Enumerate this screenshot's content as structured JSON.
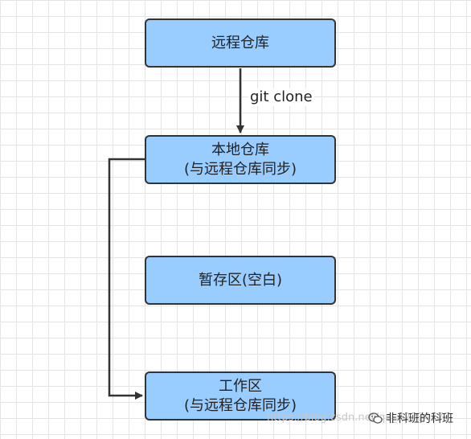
{
  "nodes": {
    "remote_repo": {
      "line1": "远程仓库"
    },
    "local_repo": {
      "line1": "本地仓库",
      "line2": "(与远程仓库同步)"
    },
    "staging_area": {
      "line1": "暂存区(空白)"
    },
    "working_dir": {
      "line1": "工作区",
      "line2": "(与远程仓库同步)"
    }
  },
  "edges": {
    "clone_label": "git clone"
  },
  "watermark": {
    "url_text": "https://blog.csdn.net/qq_42294177",
    "brand_text": "非科班的科班"
  },
  "colors": {
    "node_fill": "#99ccff",
    "node_border": "#333333",
    "connector": "#333333",
    "grid": "#e4e4e4"
  },
  "icons": {
    "brand": "wechat-icon"
  }
}
